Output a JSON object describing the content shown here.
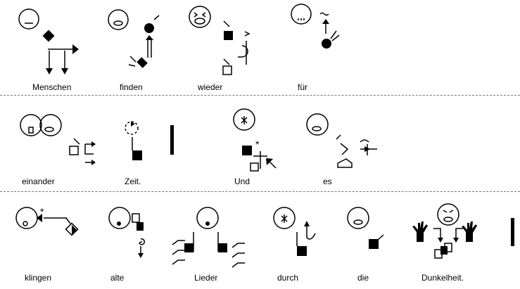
{
  "rows": [
    {
      "words": [
        "Menschen",
        "finden",
        "wieder",
        "für"
      ]
    },
    {
      "words": [
        "einander",
        "Zeit.",
        "Und",
        "es"
      ]
    },
    {
      "words": [
        "klingen",
        "alte",
        "Lieder",
        "durch",
        "die",
        "Dunkelheit."
      ]
    }
  ],
  "colors": {
    "ink": "#000000",
    "divider": "#777777"
  }
}
